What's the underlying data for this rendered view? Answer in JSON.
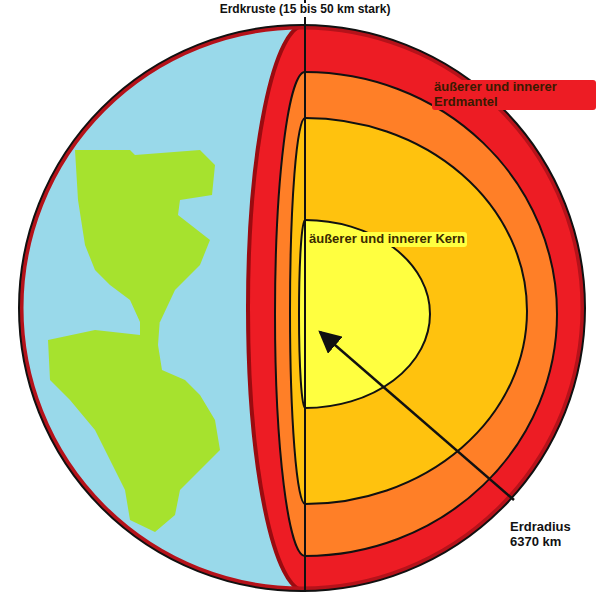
{
  "diagram": {
    "labels": [
      "Erdkruste (15 bis 50 km stark)",
      "äußerer und innerer Erdmantel",
      "äußerer und innerer Kern",
      "Erdradius 6370 km"
    ]
  }
}
